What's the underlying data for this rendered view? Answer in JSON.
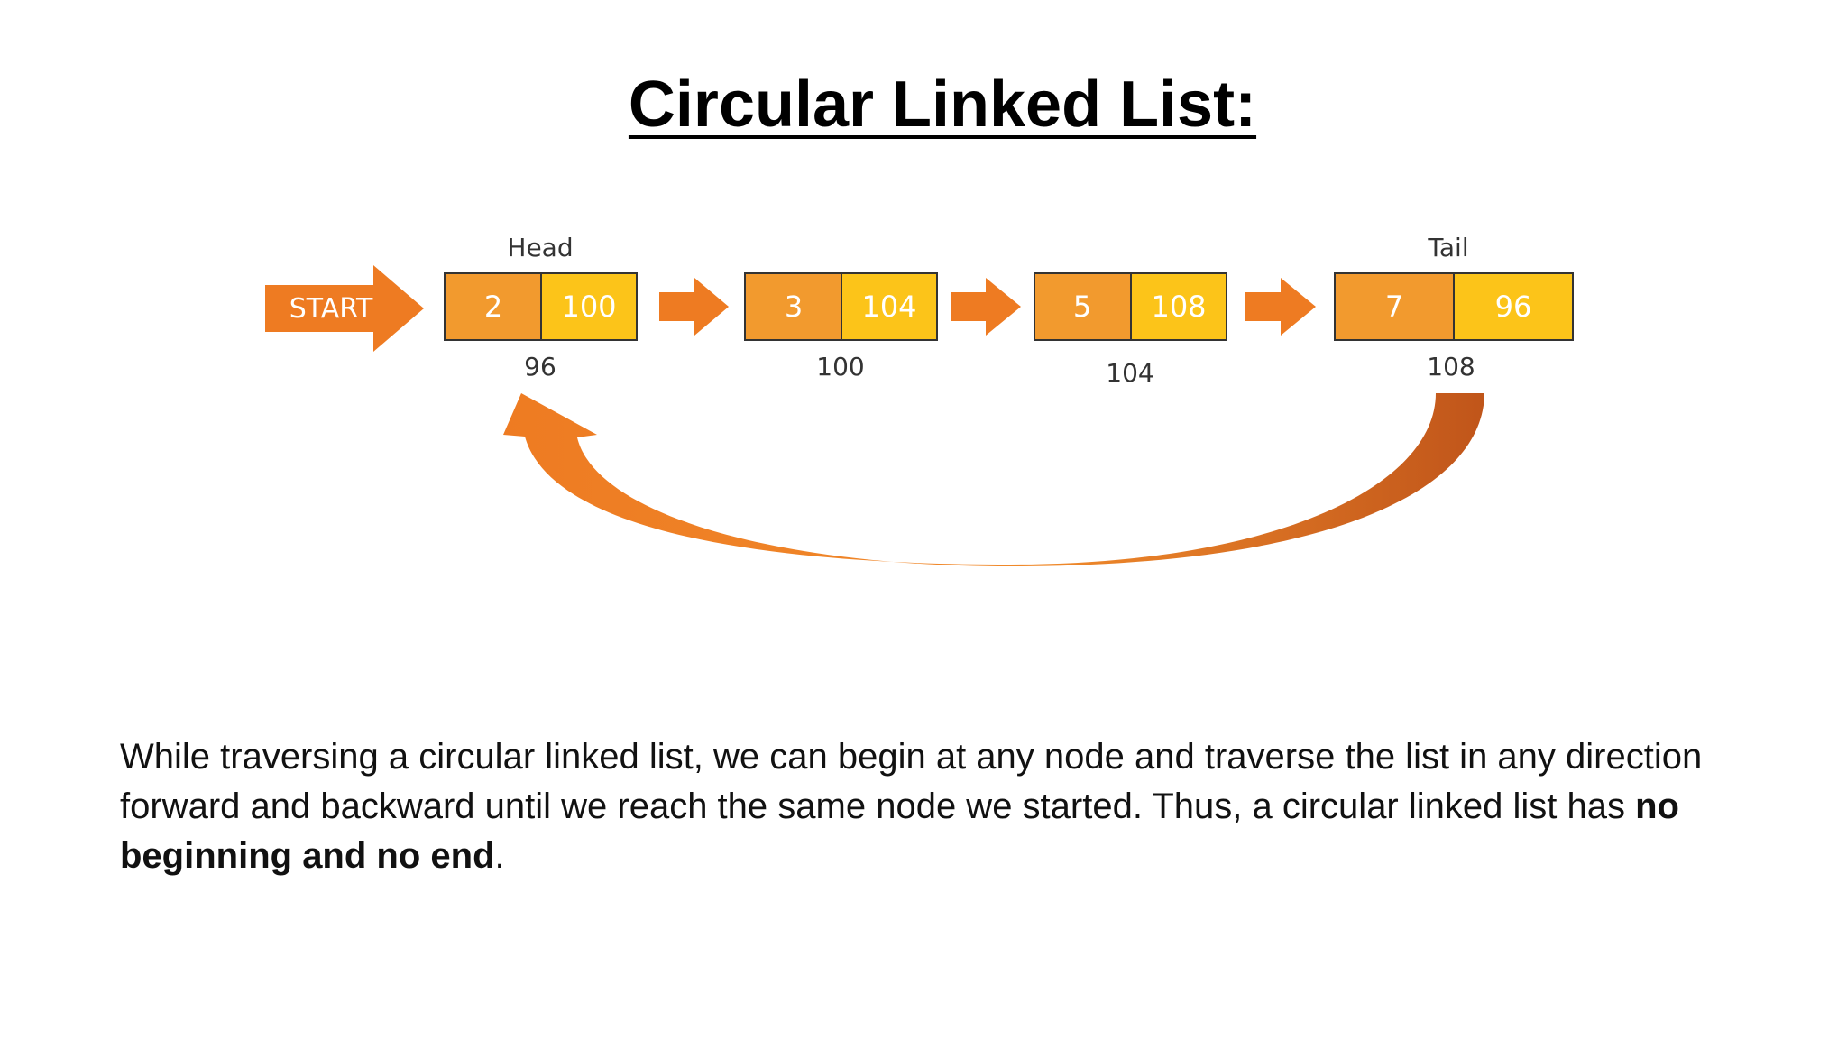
{
  "title": "Circular Linked List:",
  "diagram": {
    "start_label": "START",
    "head_label": "Head",
    "tail_label": "Tail",
    "nodes": [
      {
        "data": "2",
        "next": "100",
        "address": "96"
      },
      {
        "data": "3",
        "next": "104",
        "address": "100"
      },
      {
        "data": "5",
        "next": "108",
        "address": "104"
      },
      {
        "data": "7",
        "next": "96",
        "address": "108"
      }
    ],
    "colors": {
      "data_cell": "#f29a2e",
      "next_cell": "#fcc419",
      "arrow": "#ee7b22",
      "arrow_dark": "#c0551a"
    }
  },
  "body": {
    "text_prefix": "While traversing a circular linked list, we can begin at any node and traverse the list in any direction forward and backward until we reach the same node we started. Thus, a circular linked list has ",
    "text_bold": "no beginning and no end",
    "text_suffix": "."
  }
}
